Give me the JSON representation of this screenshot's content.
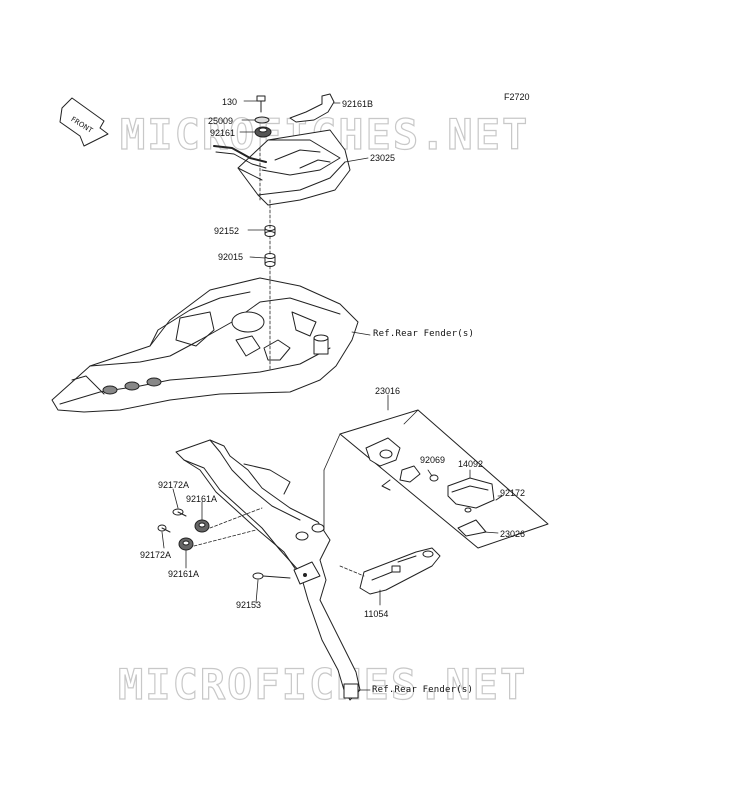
{
  "diagram": {
    "code": "F2720",
    "front_label": "FRONT",
    "watermark_top": "MICROFICHES.NET",
    "watermark_bottom": "MICROFICHES.NET",
    "parts": {
      "p130": "130",
      "p92161B": "92161B",
      "p25009": "25009",
      "p92161": "92161",
      "p23025": "23025",
      "p92152": "92152",
      "p92015": "92015",
      "ref_fender_1": "Ref.Rear Fender(s)",
      "p23016": "23016",
      "p92069": "92069",
      "p14092": "14092",
      "p92172": "92172",
      "p23026": "23026",
      "p92172A_top": "92172A",
      "p92161A_top": "92161A",
      "p92172A_bottom": "92172A",
      "p92161A_bottom": "92161A",
      "p92153": "92153",
      "p11054": "11054",
      "ref_fender_2": "Ref.Rear Fender(s)"
    }
  }
}
